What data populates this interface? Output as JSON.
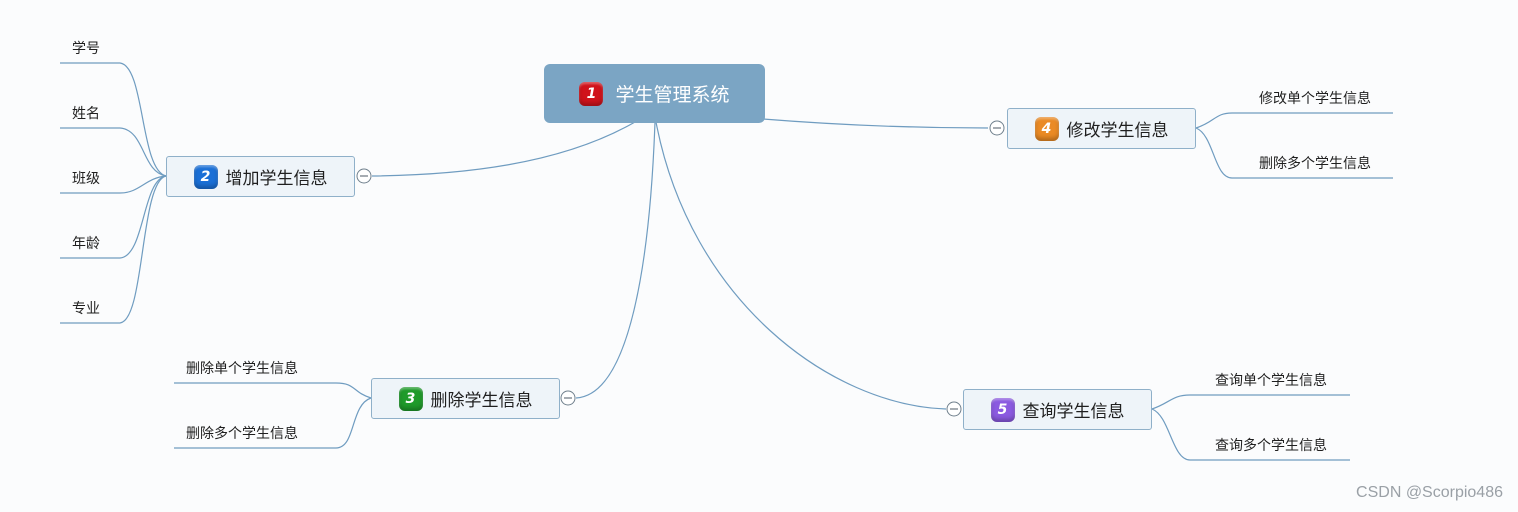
{
  "root": {
    "number": "1",
    "label": "学生管理系统",
    "badge_color": "#d0121b"
  },
  "branches": [
    {
      "number": "2",
      "label": "增加学生信息",
      "badge_color": "#1a6fd6",
      "children": [
        "学号",
        "姓名",
        "班级",
        "年龄",
        "专业"
      ]
    },
    {
      "number": "3",
      "label": "删除学生信息",
      "badge_color": "#1f9a2a",
      "children": [
        "删除单个学生信息",
        "删除多个学生信息"
      ]
    },
    {
      "number": "4",
      "label": "修改学生信息",
      "badge_color": "#ea8a25",
      "children": [
        "修改单个学生信息",
        "删除多个学生信息"
      ]
    },
    {
      "number": "5",
      "label": "查询学生信息",
      "badge_color": "#8b5ae0",
      "children": [
        "查询单个学生信息",
        "查询多个学生信息"
      ]
    }
  ],
  "colors": {
    "link": "#6f9cc0",
    "branch_border": "#8fb0c9",
    "root_fill": "#7ba5c4"
  },
  "watermark": "CSDN @Scorpio486"
}
